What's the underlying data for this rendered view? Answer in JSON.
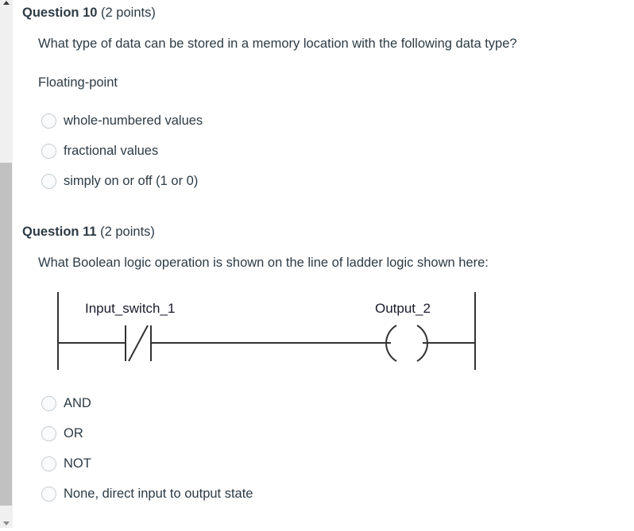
{
  "scrollbar": {
    "up_arrow_icon": "scroll-up-arrow-icon",
    "down_arrow_icon": "scroll-down-arrow-icon"
  },
  "questions": [
    {
      "id": "q10",
      "title": "Question 10",
      "points": "(2 points)",
      "prompt": "What type of data can be stored in a memory location with the following data type?",
      "subtext": "Floating-point",
      "options": [
        {
          "label": "whole-numbered values",
          "selected": false
        },
        {
          "label": "fractional values",
          "selected": false
        },
        {
          "label": "simply on or off (1 or 0)",
          "selected": false
        }
      ]
    },
    {
      "id": "q11",
      "title": "Question 11",
      "points": "(2 points)",
      "prompt": "What Boolean logic operation is shown on the line of ladder logic shown here:",
      "diagram": {
        "type": "ladder-logic-rung",
        "contact_label": "Input_switch_1",
        "contact_type": "normally-closed",
        "coil_label": "Output_2",
        "coil_type": "output-coil"
      },
      "options": [
        {
          "label": "AND",
          "selected": false
        },
        {
          "label": "OR",
          "selected": false
        },
        {
          "label": "NOT",
          "selected": false
        },
        {
          "label": "None, direct input to output state",
          "selected": false
        }
      ]
    }
  ],
  "colors": {
    "text": "#2d3b45",
    "radio_border": "#c7cdd1",
    "radio_fill": "#fafbfc",
    "scrollbar_thumb": "#c1c1c1",
    "scrollbar_track": "#f0f0f0",
    "diagram_line": "#333333",
    "diagram_label": "#1a1a2e"
  }
}
